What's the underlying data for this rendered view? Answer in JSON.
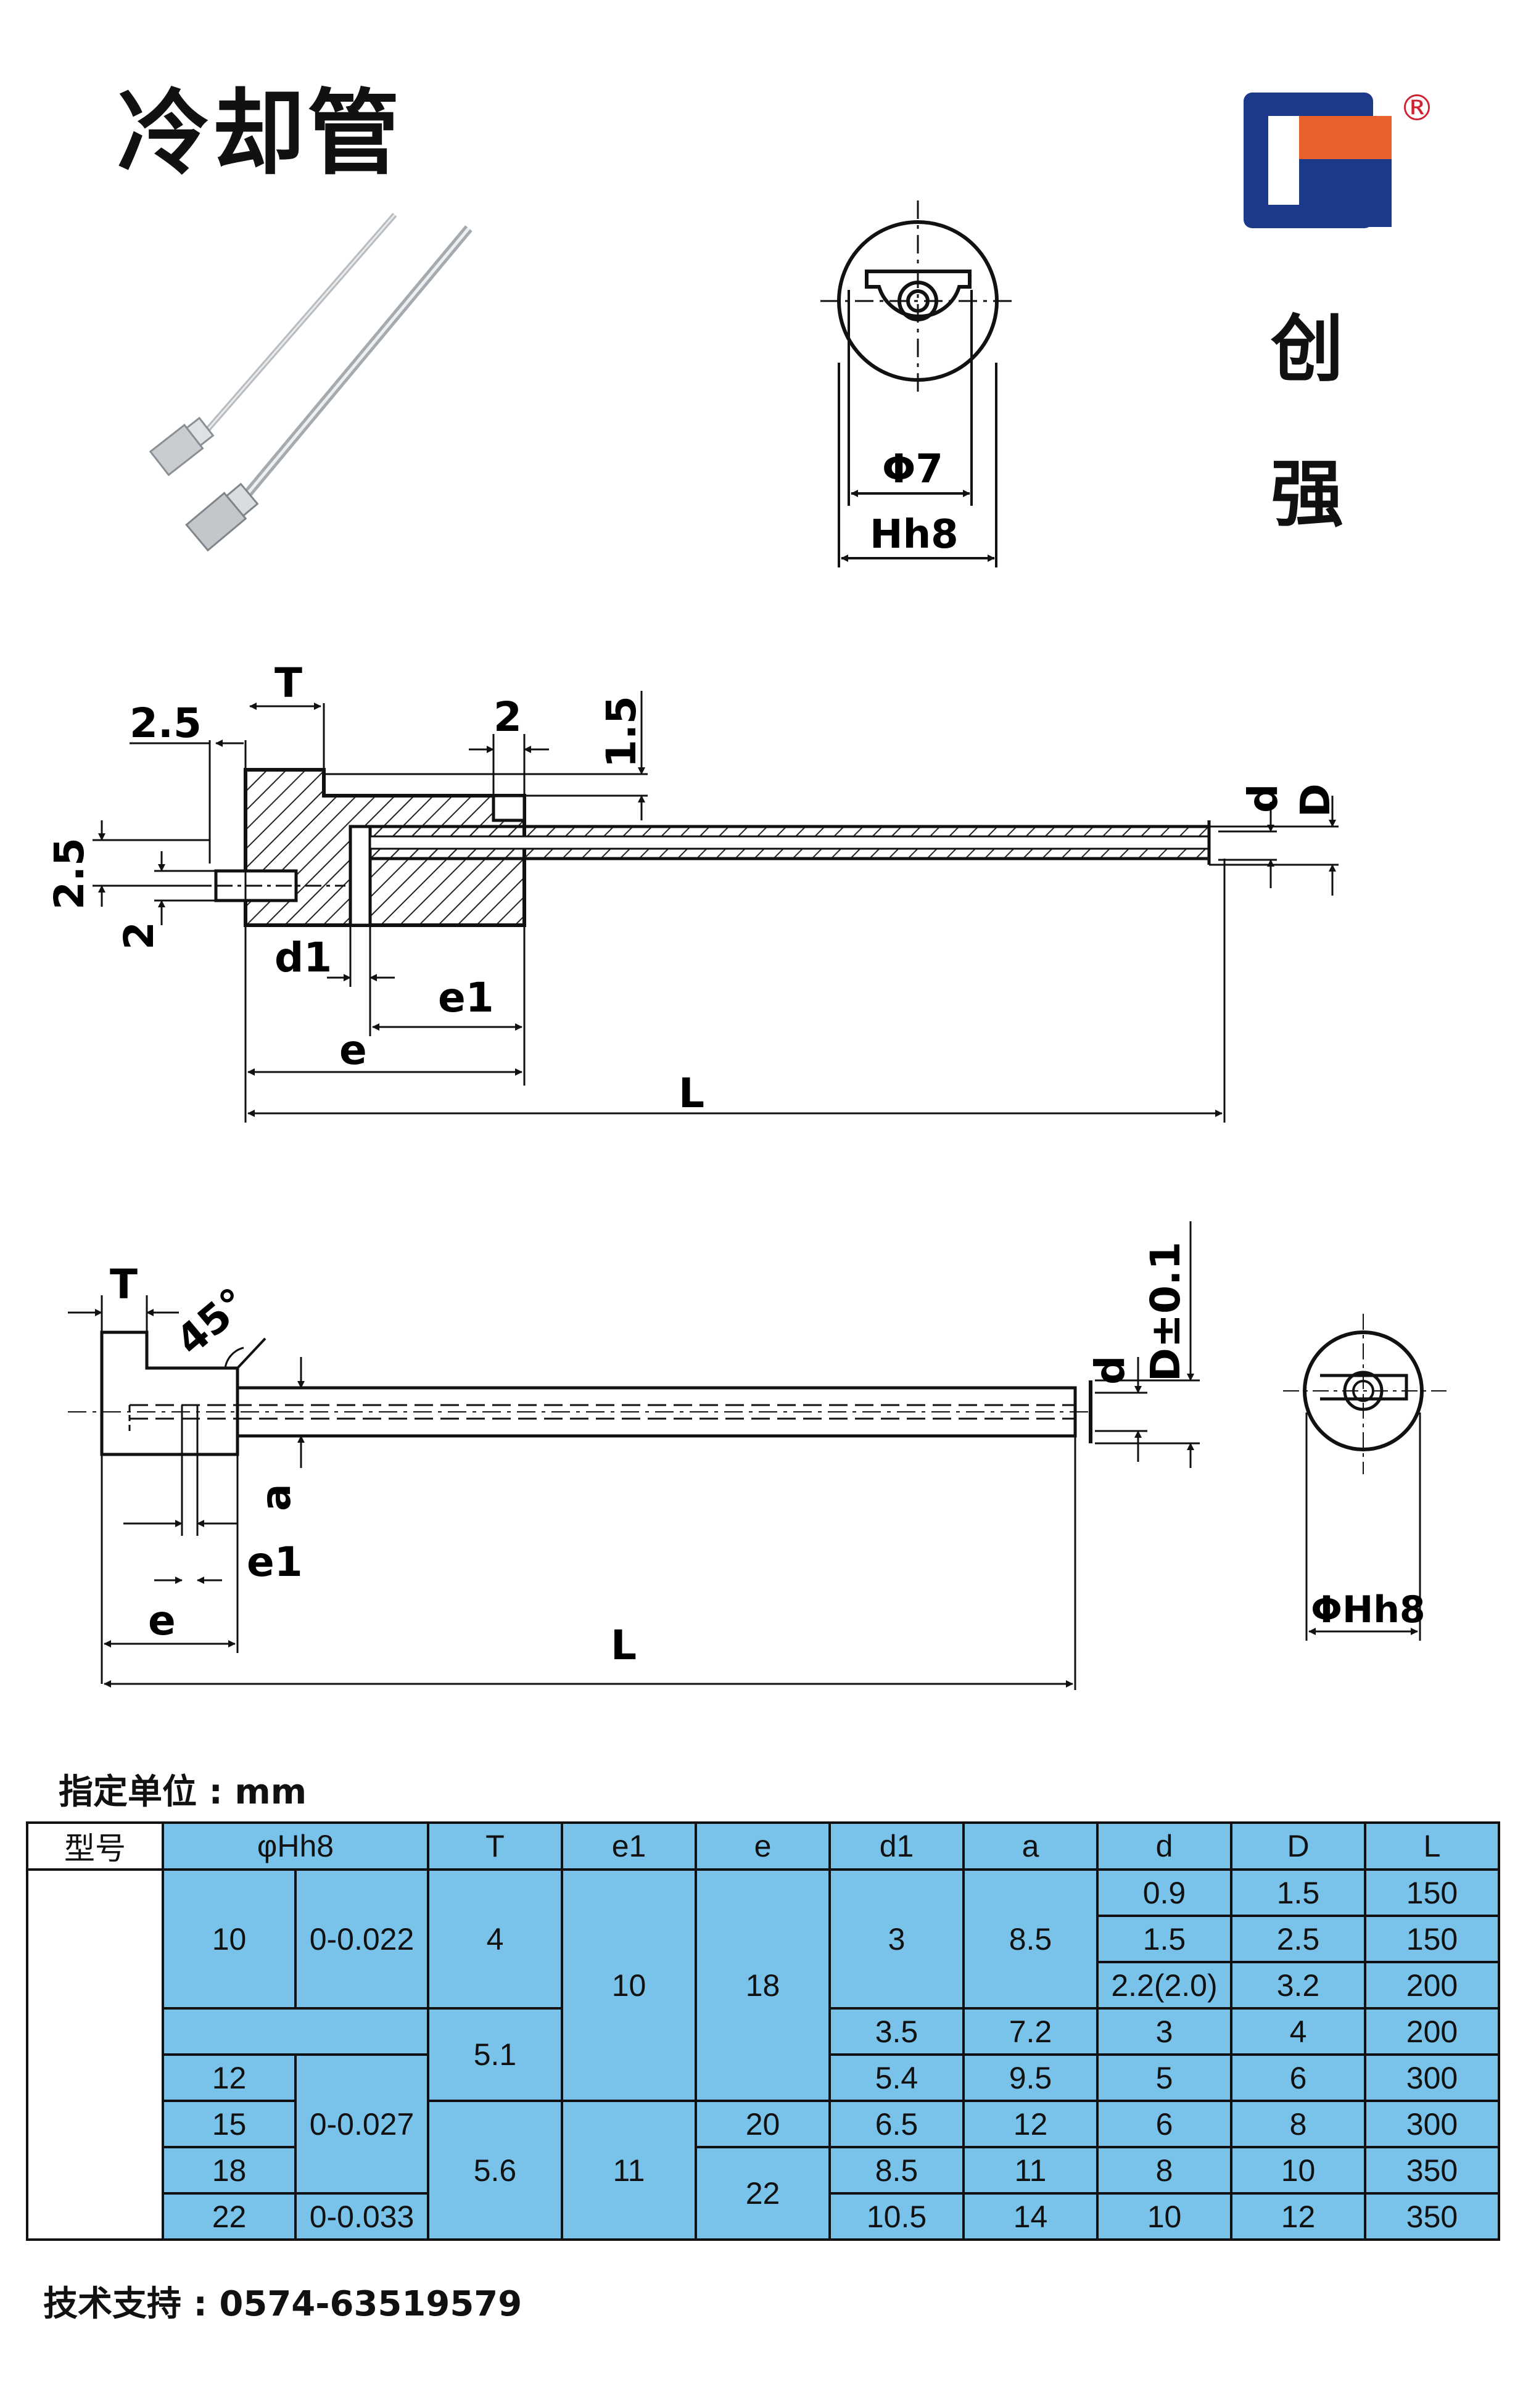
{
  "title": "冷却管",
  "brand": {
    "chars": [
      "创",
      "强"
    ],
    "registered": "®",
    "colors": {
      "blue": "#1d3a8a",
      "orange": "#e8602c",
      "red": "#d01f2e"
    }
  },
  "top_view": {
    "labels": [
      "Φ7",
      "Hh8"
    ]
  },
  "section_view": {
    "labels": [
      "T",
      "2.5",
      "2",
      "1.5",
      "d",
      "D",
      "2.5",
      "2",
      "d1",
      "e1",
      "e",
      "L"
    ]
  },
  "lower_view": {
    "labels": [
      "T",
      "45°",
      "d",
      "D±0.1",
      "a",
      "e1",
      "e",
      "L"
    ]
  },
  "end_view": {
    "labels": [
      "ΦHh8"
    ]
  },
  "unit_label": "指定单位 : mm",
  "table": {
    "headers": [
      "型号",
      "φHh8",
      "T",
      "e1",
      "e",
      "d1",
      "a",
      "d",
      "D",
      "L"
    ],
    "phi": [
      "10",
      "12",
      "15",
      "18",
      "22"
    ],
    "tol": [
      "0-0.022",
      "0-0.027",
      "0-0.033"
    ],
    "T": [
      "4",
      "5.1",
      "5.6"
    ],
    "e1": [
      "10",
      "11"
    ],
    "e": [
      "18",
      "20",
      "22"
    ],
    "d1": [
      "3",
      "3.5",
      "5.4",
      "6.5",
      "8.5",
      "10.5"
    ],
    "a": [
      "8.5",
      "7.2",
      "9.5",
      "12",
      "11",
      "14"
    ],
    "d": [
      "0.9",
      "1.5",
      "2.2(2.0)",
      "3",
      "5",
      "6",
      "8",
      "10"
    ],
    "D": [
      "1.5",
      "2.5",
      "3.2",
      "4",
      "6",
      "8",
      "10",
      "12"
    ],
    "L": [
      "150",
      "150",
      "200",
      "200",
      "300",
      "300",
      "350",
      "350"
    ]
  },
  "support": "技术支持 : 0574-63519579"
}
